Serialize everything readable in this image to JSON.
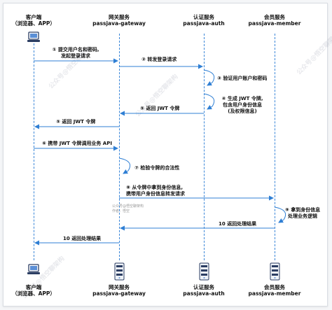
{
  "actors": [
    {
      "name": "客户端",
      "sub": "（浏览器、APP）"
    },
    {
      "name": "网关服务",
      "sub": "passjava-gateway"
    },
    {
      "name": "认证服务",
      "sub": "passjava-auth"
    },
    {
      "name": "会员服务",
      "sub": "passjava-member"
    }
  ],
  "messages": [
    {
      "num": "①",
      "text": "提交用户名和密码,",
      "text2": "发起登录请求"
    },
    {
      "num": "②",
      "text": "转发登录请求"
    },
    {
      "num": "③",
      "text": "验证用户账户和密码"
    },
    {
      "num": "④",
      "text": "生成 JWT 令牌,",
      "text2": "包含用户身份信息",
      "text3": "(及权限信息)"
    },
    {
      "num": "⑤",
      "text": "返回 JWT 令牌"
    },
    {
      "num": "⑤",
      "text": "返回 JWT 令牌"
    },
    {
      "num": "⑥",
      "text": "携带 JWT 令牌调用业务 API"
    },
    {
      "num": "⑦",
      "text": "检验令牌的合法性"
    },
    {
      "num": "⑧",
      "text": "从令牌中拿到身份信息,",
      "text2": "携带用户身份信息转发请求"
    },
    {
      "num": "⑨",
      "text": "拿到身份信息",
      "text2": "处理业务逻辑"
    },
    {
      "num": "10",
      "text": "返回处理结果"
    },
    {
      "num": "10",
      "text": "返回处理结果"
    }
  ],
  "watermarks": [
    "公众号@悟空聊架构",
    "公众号@悟空聊架构",
    "公众号@悟空聊架构",
    "公众号@悟空聊架构"
  ],
  "small_watermark": {
    "line1": "公众号@悟空聊架构",
    "line2": "作者：悟空"
  },
  "colors": {
    "line": "#3a86d8",
    "arrow": "#2f7fd4"
  }
}
